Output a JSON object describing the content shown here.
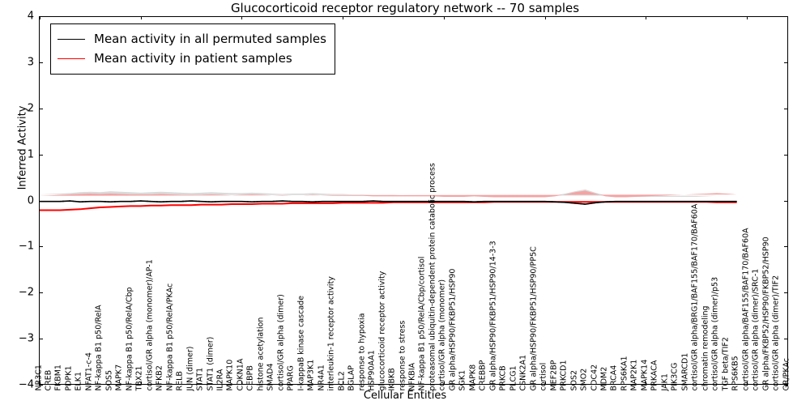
{
  "figure": {
    "title": "Glucocorticoid receptor regulatory network -- 70 samples",
    "xlabel": "Cellular Entities",
    "ylabel": "Inferred Activity"
  },
  "legend": {
    "items": [
      {
        "label": "Mean activity in all permuted samples",
        "color": "#000000"
      },
      {
        "label": "Mean activity in patient samples",
        "color": "#ff0000"
      }
    ]
  },
  "colors": {
    "permuted_line": "#000000",
    "patient_line": "#ff0000",
    "permuted_band": "#d9d9d9",
    "patient_band": "#f4a3a3",
    "axis": "#000000",
    "background": "#ffffff"
  },
  "chart_data": {
    "type": "line",
    "title": "Glucocorticoid receptor regulatory network -- 70 samples",
    "xlabel": "Cellular Entities",
    "ylabel": "Inferred Activity",
    "ylim": [
      -4,
      4
    ],
    "yticks": [
      -4,
      -3,
      -2,
      -1,
      0,
      1,
      2,
      3,
      4
    ],
    "grid": false,
    "legend_position": "upper left",
    "categories": [
      "NR3C1",
      "CREB",
      "FKBM1",
      "PDPK1",
      "ELK1",
      "NFAT1-c-4",
      "NF-kappa B1 p50/RelA",
      "SOS5",
      "MAPK7",
      "NF-kappa B1 p50/RelA/Cbp",
      "TBX21",
      "cortisol/GR alpha (monomer)/AP-1",
      "NFKB2",
      "NF-kappa B1 p50/RelA/PKAc",
      "RELB",
      "JUN (dimer)",
      "STAT1",
      "STAT1 (dimer)",
      "IL2RA",
      "MAPK10",
      "CDKN1A",
      "CEBPB",
      "histone acetylation",
      "SMAD4",
      "cortisol/GR alpha (dimer)",
      "PPARG",
      "I-kappaB kinase cascade",
      "MAP3K1",
      "NR4A1",
      "interleukin-1 receptor activity",
      "BCL2",
      "BGLAP",
      "response to hypoxia",
      "HSP90AA1",
      "glucocorticoid receptor activity",
      "IKBKB",
      "response to stress",
      "NFKBIA",
      "NF-kappa B1 p50/RelA/Cbp/cortisol",
      "proteasomal ubiquitin-dependent protein catabolic process",
      "cortisol/GR alpha (monomer)",
      "GR alpha/HSP90/FKBP51/HSP90",
      "SGK1",
      "MAPK8",
      "CREBBP",
      "GR alpha/HSP90/FKBP51/HSP90/14-3-3",
      "PRKCB",
      "PLCG1",
      "CSNK2A1",
      "GR alpha/HSP90/FKBP51/HSP90/PP5C",
      "cortisol",
      "MEF2BP",
      "PRKCD1",
      "SOS2",
      "SMO2",
      "CDC42",
      "MDM2",
      "BRCA4",
      "RPS6KA1",
      "MAP2K1",
      "MAPK14",
      "PRKACA",
      "JAK1",
      "PIK3CG",
      "SMARCD1",
      "cortisol/GR alpha/BRG1/BAF155/BAF170/BAF60A",
      "chromatin remodeling",
      "cortisol/GR alpha (dimer)/p53",
      "TGF beta/TIF2",
      "RPS6KB5",
      "cortisol/GR alpha/BAF155/BAF170/BAF60A",
      "cortisol/GR alpha (dimer)/SRC-1",
      "GR alpha/FKBP52/HSP90/FKBP52/HSP90",
      "cortisol/GR alpha (dimer)/TIF2",
      "GR/PKAc"
    ],
    "series": [
      {
        "name": "Mean activity in all permuted samples",
        "color": "#000000",
        "values": [
          -0.02,
          -0.02,
          -0.02,
          -0.01,
          -0.03,
          -0.02,
          -0.02,
          -0.03,
          -0.02,
          -0.02,
          -0.01,
          -0.02,
          -0.03,
          -0.02,
          -0.02,
          -0.01,
          -0.02,
          -0.03,
          -0.02,
          -0.02,
          -0.02,
          -0.03,
          -0.02,
          -0.02,
          -0.01,
          -0.02,
          -0.02,
          -0.03,
          -0.02,
          -0.02,
          -0.02,
          -0.02,
          -0.02,
          -0.01,
          -0.02,
          -0.02,
          -0.02,
          -0.02,
          -0.02,
          -0.02,
          -0.02,
          -0.02,
          -0.02,
          -0.03,
          -0.02,
          -0.02,
          -0.02,
          -0.02,
          -0.02,
          -0.02,
          -0.02,
          -0.03,
          -0.04,
          -0.06,
          -0.08,
          -0.05,
          -0.03,
          -0.02,
          -0.02,
          -0.02,
          -0.02,
          -0.02,
          -0.02,
          -0.02,
          -0.02,
          -0.02,
          -0.02,
          -0.02,
          -0.02,
          -0.02
        ],
        "band_lower": [
          -0.16,
          -0.17,
          -0.18,
          -0.18,
          -0.2,
          -0.21,
          -0.2,
          -0.22,
          -0.21,
          -0.2,
          -0.19,
          -0.2,
          -0.21,
          -0.2,
          -0.19,
          -0.18,
          -0.19,
          -0.2,
          -0.19,
          -0.18,
          -0.18,
          -0.19,
          -0.18,
          -0.17,
          -0.16,
          -0.17,
          -0.17,
          -0.18,
          -0.17,
          -0.16,
          -0.16,
          -0.15,
          -0.15,
          -0.14,
          -0.14,
          -0.14,
          -0.13,
          -0.13,
          -0.13,
          -0.13,
          -0.12,
          -0.12,
          -0.12,
          -0.13,
          -0.12,
          -0.11,
          -0.11,
          -0.11,
          -0.11,
          -0.1,
          -0.11,
          -0.13,
          -0.17,
          -0.22,
          -0.26,
          -0.19,
          -0.13,
          -0.1,
          -0.1,
          -0.1,
          -0.1,
          -0.1,
          -0.1,
          -0.1,
          -0.1,
          -0.1,
          -0.11,
          -0.12,
          -0.12,
          -0.12
        ],
        "band_upper": [
          0.13,
          0.14,
          0.15,
          0.16,
          0.18,
          0.19,
          0.18,
          0.2,
          0.19,
          0.18,
          0.17,
          0.18,
          0.19,
          0.18,
          0.17,
          0.16,
          0.17,
          0.18,
          0.17,
          0.16,
          0.16,
          0.17,
          0.16,
          0.15,
          0.14,
          0.15,
          0.15,
          0.16,
          0.15,
          0.14,
          0.14,
          0.13,
          0.13,
          0.12,
          0.12,
          0.12,
          0.11,
          0.11,
          0.11,
          0.11,
          0.1,
          0.1,
          0.1,
          0.11,
          0.1,
          0.09,
          0.09,
          0.09,
          0.09,
          0.08,
          0.09,
          0.11,
          0.15,
          0.2,
          0.24,
          0.17,
          0.11,
          0.08,
          0.08,
          0.08,
          0.08,
          0.08,
          0.08,
          0.08,
          0.08,
          0.08,
          0.09,
          0.1,
          0.1,
          0.1
        ]
      },
      {
        "name": "Mean activity in patient samples",
        "color": "#ff0000",
        "values": [
          -0.21,
          -0.21,
          -0.21,
          -0.2,
          -0.19,
          -0.17,
          -0.15,
          -0.14,
          -0.13,
          -0.12,
          -0.12,
          -0.11,
          -0.11,
          -0.1,
          -0.1,
          -0.1,
          -0.09,
          -0.09,
          -0.09,
          -0.08,
          -0.08,
          -0.08,
          -0.07,
          -0.07,
          -0.07,
          -0.06,
          -0.06,
          -0.06,
          -0.06,
          -0.06,
          -0.05,
          -0.05,
          -0.05,
          -0.05,
          -0.05,
          -0.04,
          -0.04,
          -0.04,
          -0.04,
          -0.04,
          -0.04,
          -0.04,
          -0.04,
          -0.04,
          -0.04,
          -0.03,
          -0.03,
          -0.03,
          -0.03,
          -0.03,
          -0.03,
          -0.03,
          -0.03,
          -0.03,
          -0.03,
          -0.03,
          -0.03,
          -0.03,
          -0.03,
          -0.03,
          -0.03,
          -0.03,
          -0.03,
          -0.03,
          -0.03,
          -0.03,
          -0.03,
          -0.04,
          -0.04,
          -0.04
        ],
        "band_lower": [
          -0.56,
          -0.55,
          -0.54,
          -0.52,
          -0.49,
          -0.45,
          -0.42,
          -0.4,
          -0.37,
          -0.35,
          -0.34,
          -0.33,
          -0.32,
          -0.31,
          -0.3,
          -0.29,
          -0.28,
          -0.28,
          -0.27,
          -0.26,
          -0.26,
          -0.25,
          -0.24,
          -0.23,
          -0.23,
          -0.22,
          -0.22,
          -0.21,
          -0.21,
          -0.2,
          -0.2,
          -0.19,
          -0.19,
          -0.18,
          -0.18,
          -0.17,
          -0.17,
          -0.17,
          -0.17,
          -0.17,
          -0.16,
          -0.16,
          -0.16,
          -0.17,
          -0.16,
          -0.14,
          -0.14,
          -0.14,
          -0.14,
          -0.13,
          -0.14,
          -0.16,
          -0.2,
          -0.25,
          -0.28,
          -0.22,
          -0.16,
          -0.13,
          -0.13,
          -0.13,
          -0.13,
          -0.14,
          -0.14,
          -0.15,
          -0.16,
          -0.17,
          -0.18,
          -0.19,
          -0.19,
          -0.18
        ],
        "band_upper": [
          0.1,
          0.11,
          0.12,
          0.13,
          0.14,
          0.15,
          0.14,
          0.15,
          0.14,
          0.13,
          0.13,
          0.13,
          0.14,
          0.13,
          0.12,
          0.12,
          0.12,
          0.13,
          0.12,
          0.11,
          0.12,
          0.13,
          0.12,
          0.11,
          0.1,
          0.11,
          0.11,
          0.12,
          0.11,
          0.1,
          0.1,
          0.1,
          0.1,
          0.09,
          0.09,
          0.09,
          0.09,
          0.09,
          0.09,
          0.09,
          0.08,
          0.08,
          0.08,
          0.09,
          0.08,
          0.07,
          0.07,
          0.07,
          0.07,
          0.07,
          0.07,
          0.09,
          0.13,
          0.18,
          0.21,
          0.15,
          0.09,
          0.07,
          0.07,
          0.08,
          0.09,
          0.1,
          0.11,
          0.12,
          0.13,
          0.14,
          0.15,
          0.16,
          0.15,
          0.13
        ]
      }
    ]
  }
}
